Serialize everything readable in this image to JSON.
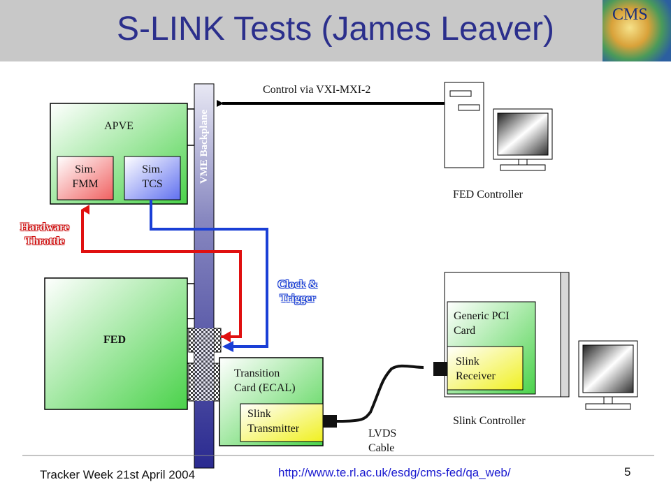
{
  "slide": {
    "title": "S-LINK Tests (James Leaver)",
    "footer_left": "Tracker Week 21st April 2004",
    "footer_url": "http://www.te.rl.ac.uk/esdg/cms-fed/qa_web/",
    "page_number": "5",
    "logo_text": "CMS"
  },
  "diagram": {
    "vme_backplane": "VME Backplane",
    "apve": {
      "label": "APVE",
      "fmm": "Sim.\nFMM",
      "tcs": "Sim.\nTCS"
    },
    "fed": "FED",
    "hardware_throttle": "Hardware\nThrottle",
    "clock_trigger": "Clock &\nTrigger",
    "control_label": "Control via VXI-MXI-2",
    "fed_controller": "FED Controller",
    "transition_card": "Transition\nCard (ECAL)",
    "slink_transmitter": "Slink\nTransmitter",
    "lvds_cable": "LVDS\nCable",
    "generic_pci_card": "Generic PCI\nCard",
    "slink_receiver": "Slink\nReceiver",
    "slink_controller": "Slink Controller"
  },
  "colors": {
    "title_text": "#2b2f8c",
    "title_bar": "#c8c8c8",
    "throttle_arrow": "#e01010",
    "clock_arrow": "#1a3fd6",
    "url": "#1a1ad0"
  }
}
